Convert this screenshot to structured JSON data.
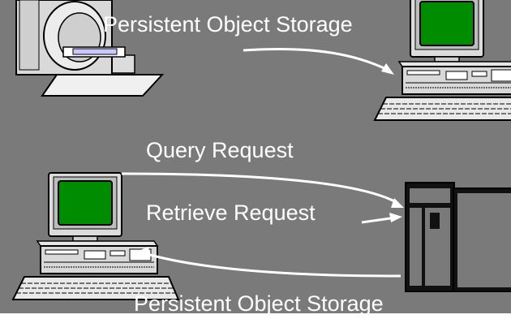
{
  "labels": {
    "top_storage": "Persistent Object Storage",
    "query": "Query Request",
    "retrieve": "Retrieve Request",
    "bottom_storage": "Persistent Object Storage"
  },
  "icons": {
    "scanner": "ct-scanner-icon",
    "workstation": "workstation-icon",
    "server": "server-cabinet-icon",
    "arrow": "arrow-icon"
  },
  "colors": {
    "background": "#7a7a7a",
    "screen": "#008c00",
    "text": "#ffffff"
  }
}
